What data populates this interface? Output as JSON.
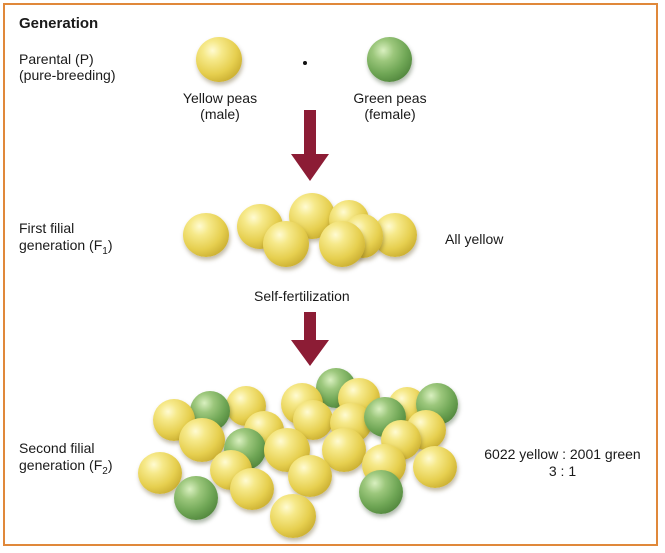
{
  "heading": "Generation",
  "parental": {
    "label_line1": "Parental (P)",
    "label_line2": "(pure-breeding)",
    "yellow_line1": "Yellow peas",
    "yellow_line2": "(male)",
    "green_line1": "Green peas",
    "green_line2": "(female)"
  },
  "f1": {
    "label_line1": "First filial",
    "label_line2": "generation (F",
    "label_sub": "1",
    "label_close": ")",
    "result": "All yellow"
  },
  "process": "Self-fertilization",
  "f2": {
    "label_line1": "Second filial",
    "label_line2": "generation (F",
    "label_sub": "2",
    "label_close": ")",
    "result_line1": "6022 yellow : 2001 green",
    "result_line2": "3 : 1"
  },
  "colors": {
    "border": "#e0883a",
    "arrow": "#8c1c35",
    "yellow_pea": "#e6cf4f",
    "green_pea": "#6fa655"
  }
}
